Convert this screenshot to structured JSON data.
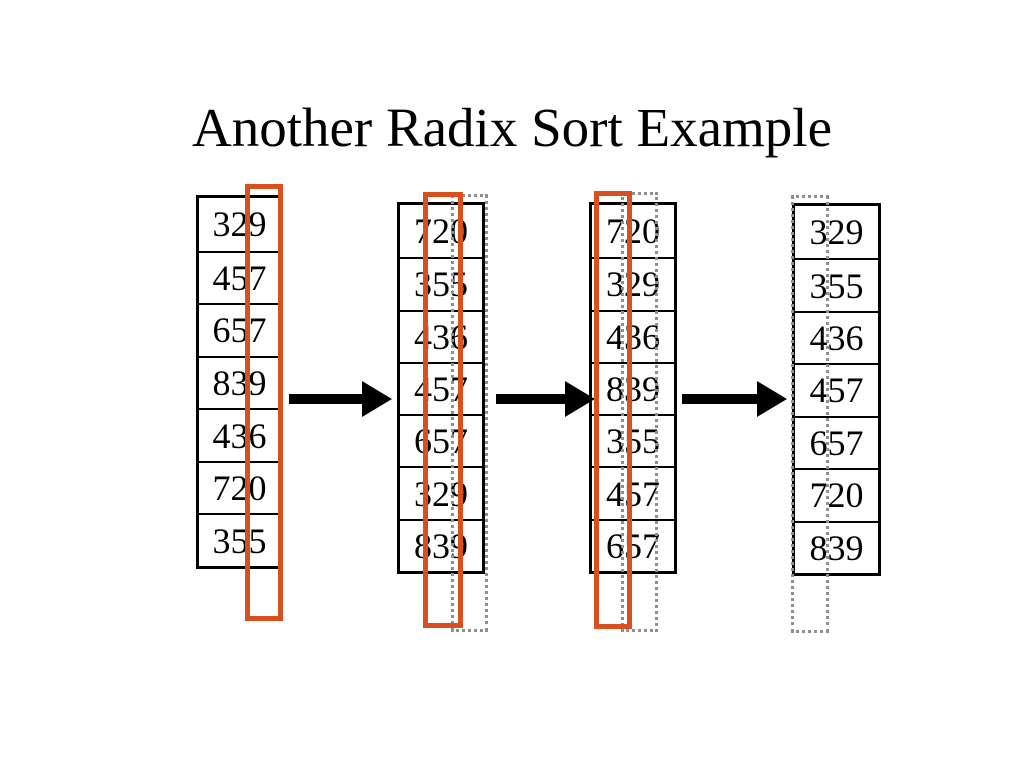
{
  "title": "Another Radix Sort Example",
  "columns": [
    {
      "id": "pass-0-unsorted",
      "values": [
        "329",
        "457",
        "657",
        "839",
        "436",
        "720",
        "355"
      ],
      "highlight_digit": "ones",
      "ghost_digit": null
    },
    {
      "id": "pass-1-sorted-by-ones",
      "values": [
        "720",
        "355",
        "436",
        "457",
        "657",
        "329",
        "839"
      ],
      "highlight_digit": "tens",
      "ghost_digit": "ones"
    },
    {
      "id": "pass-2-sorted-by-tens",
      "values": [
        "720",
        "329",
        "436",
        "839",
        "355",
        "457",
        "657"
      ],
      "highlight_digit": "hundreds",
      "ghost_digit": "tens"
    },
    {
      "id": "pass-3-sorted-by-hundreds",
      "values": [
        "329",
        "355",
        "436",
        "457",
        "657",
        "720",
        "839"
      ],
      "highlight_digit": null,
      "ghost_digit": "hundreds"
    }
  ],
  "colors": {
    "highlight_orange": "#D9501F",
    "ghost_gray": "#8F8F8F",
    "table_border": "#000000",
    "arrow": "#000000",
    "background": "#FFFFFF",
    "text": "#000000"
  }
}
